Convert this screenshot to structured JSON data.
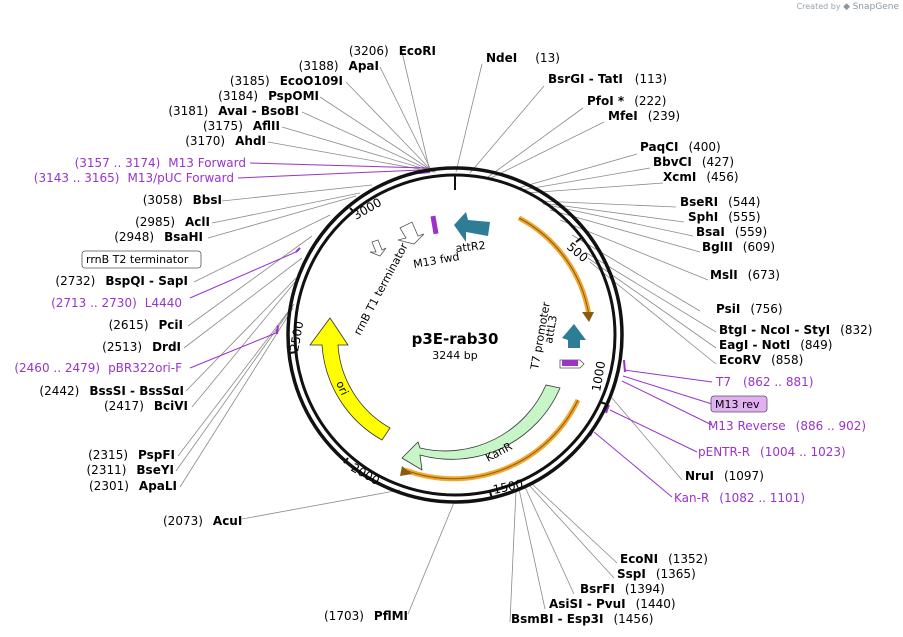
{
  "header": {
    "brand_prefix": "Created by",
    "brand_name": "SnapGene"
  },
  "plasmid": {
    "name": "p3E-rab30",
    "size_label": "3244 bp"
  },
  "ticks": [
    "500",
    "1000",
    "1500",
    "2000",
    "2500",
    "3000"
  ],
  "enzymes_right": [
    {
      "name": "NdeI",
      "pos": "(13)"
    },
    {
      "name": "BsrGI  -  TatI",
      "pos": "(113)"
    },
    {
      "name": "PfoI *",
      "pos": "(222)"
    },
    {
      "name": "MfeI",
      "pos": "(239)"
    },
    {
      "name": "PaqCI",
      "pos": "(400)"
    },
    {
      "name": "BbvCI",
      "pos": "(427)"
    },
    {
      "name": "XcmI",
      "pos": "(456)"
    },
    {
      "name": "BseRI",
      "pos": "(544)"
    },
    {
      "name": "SphI",
      "pos": "(555)"
    },
    {
      "name": "BsaI",
      "pos": "(559)"
    },
    {
      "name": "BglII",
      "pos": "(609)"
    },
    {
      "name": "MslI",
      "pos": "(673)"
    },
    {
      "name": "PsiI",
      "pos": "(756)"
    },
    {
      "name": "BtgI  -  NcoI  -  StyI",
      "pos": "(832)"
    },
    {
      "name": "EagI  -  NotI",
      "pos": "(849)"
    },
    {
      "name": "EcoRV",
      "pos": "(858)"
    },
    {
      "name": "NruI",
      "pos": "(1097)"
    }
  ],
  "enzymes_bottom": [
    {
      "name": "EcoNI",
      "pos": "(1352)"
    },
    {
      "name": "SspI",
      "pos": "(1365)"
    },
    {
      "name": "BsrFI",
      "pos": "(1394)"
    },
    {
      "name": "AsiSI  -  PvuI",
      "pos": "(1440)"
    },
    {
      "name": "BsmBI  -  Esp3I",
      "pos": "(1456)"
    },
    {
      "name": "PflMI",
      "pos": "(1703)"
    },
    {
      "name": "AcuI",
      "pos": "(2073)"
    }
  ],
  "enzymes_left": [
    {
      "name": "EcoRI",
      "pos": "(3206)"
    },
    {
      "name": "ApaI",
      "pos": "(3188)"
    },
    {
      "name": "EcoO109I",
      "pos": "(3185)"
    },
    {
      "name": "PspOMI",
      "pos": "(3184)"
    },
    {
      "name": "AvaI  -  BsoBI",
      "pos": "(3181)"
    },
    {
      "name": "AflII",
      "pos": "(3175)"
    },
    {
      "name": "AhdI",
      "pos": "(3170)"
    },
    {
      "name": "BbsI",
      "pos": "(3058)"
    },
    {
      "name": "AclI",
      "pos": "(2985)"
    },
    {
      "name": "BsaHI",
      "pos": "(2948)"
    },
    {
      "name": "BspQI  -  SapI",
      "pos": "(2732)"
    },
    {
      "name": "PciI",
      "pos": "(2615)"
    },
    {
      "name": "DrdI",
      "pos": "(2513)"
    },
    {
      "name": "BssSI  -  BssSαI",
      "pos": "(2442)"
    },
    {
      "name": "BciVI",
      "pos": "(2417)"
    },
    {
      "name": "PspFI",
      "pos": "(2315)"
    },
    {
      "name": "BseYI",
      "pos": "(2311)"
    },
    {
      "name": "ApaLI",
      "pos": "(2301)"
    }
  ],
  "primers_right": [
    {
      "name": "T7",
      "range": "(862 .. 881)"
    },
    {
      "name": "M13 rev",
      "range": ""
    },
    {
      "name": "M13 Reverse",
      "range": "(886 .. 902)"
    },
    {
      "name": "pENTR-R",
      "range": "(1004 .. 1023)"
    },
    {
      "name": "Kan-R",
      "range": "(1082 .. 1101)"
    }
  ],
  "primers_left": [
    {
      "name": "M13 Forward",
      "range": "(3157 .. 3174)"
    },
    {
      "name": "M13/pUC Forward",
      "range": "(3143 .. 3165)"
    },
    {
      "name": "L4440",
      "range": "(2713 .. 2730)"
    },
    {
      "name": "pBR322ori-F",
      "range": "(2460 .. 2479)"
    }
  ],
  "features": {
    "attR2": "attR2",
    "m13fwd": "M13 fwd",
    "rrnb_t1": "rrnB T1 terminator",
    "rrnb_t2": "rrnB T2 terminator",
    "attL3": "attL3",
    "t7_promoter": "T7 promoter",
    "kanr": "KanR",
    "ori": "ori"
  },
  "colors": {
    "primer": "#9933cc",
    "attr_arrow": "#2e7d96",
    "kanr_fill": "#c8f5c8",
    "ori_fill": "#ffff00",
    "orf_band": "#f0a830",
    "m13rev_fill": "#e0b0f0"
  }
}
